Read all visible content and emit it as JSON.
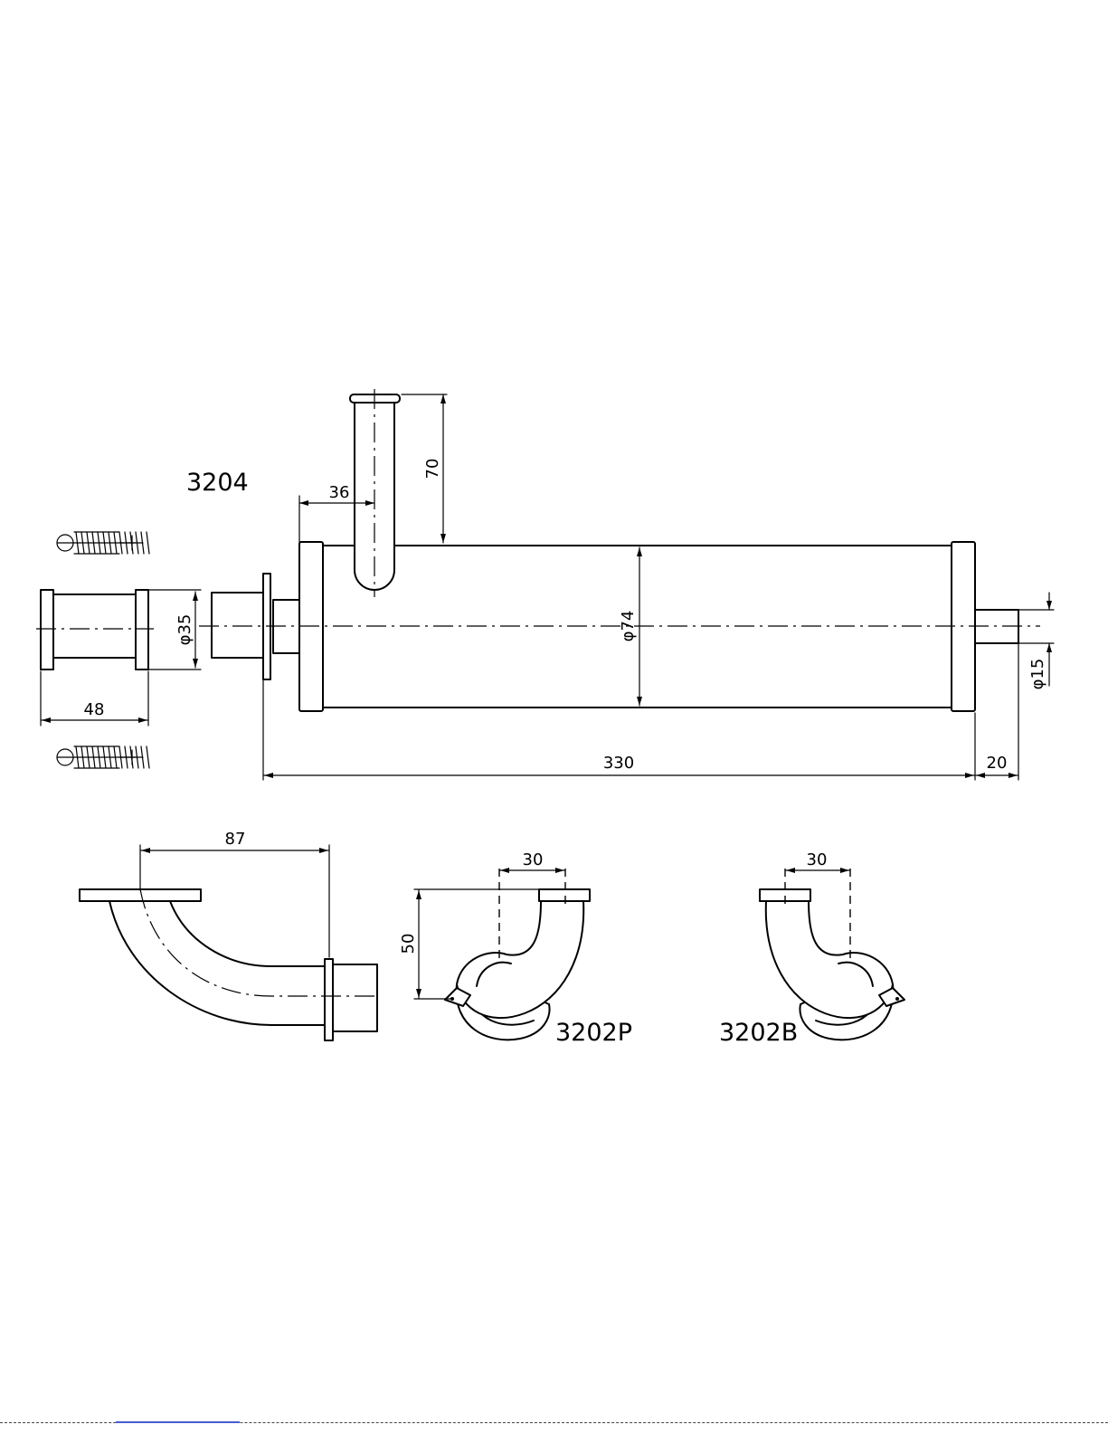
{
  "labels": {
    "part_3204": "3204",
    "part_3202p": "3202P",
    "part_3202b": "3202B"
  },
  "dimensions": {
    "d70": "70",
    "d36": "36",
    "d_phi74": "φ74",
    "d_phi35": "φ35",
    "d_phi15": "φ15",
    "d48": "48",
    "d330": "330",
    "d20": "20",
    "d87": "87",
    "d30_p": "30",
    "d50": "50",
    "d30_b": "30"
  }
}
